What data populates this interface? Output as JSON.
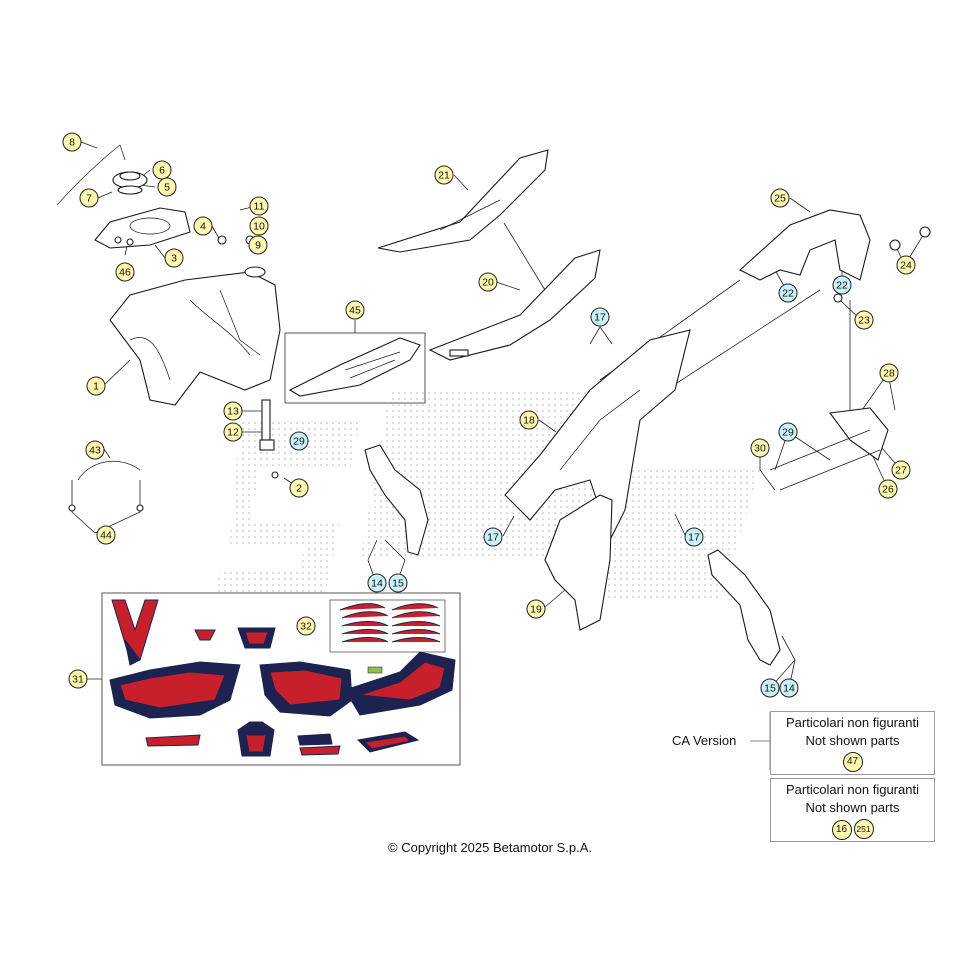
{
  "copyright": "© Copyright 2025 Betamotor S.p.A.",
  "colors": {
    "callout_yellow": "#fff9b0",
    "callout_cyan": "#c9f1f7",
    "decal_red": "#c8202a",
    "decal_navy": "#1d2350"
  },
  "callouts": [
    {
      "id": "c8",
      "label": "8",
      "style": "yellow"
    },
    {
      "id": "c6",
      "label": "6",
      "style": "yellow"
    },
    {
      "id": "c5",
      "label": "5",
      "style": "yellow"
    },
    {
      "id": "c7",
      "label": "7",
      "style": "yellow"
    },
    {
      "id": "c4",
      "label": "4",
      "style": "yellow"
    },
    {
      "id": "c11",
      "label": "11",
      "style": "yellow"
    },
    {
      "id": "c10",
      "label": "10",
      "style": "yellow"
    },
    {
      "id": "c9",
      "label": "9",
      "style": "yellow"
    },
    {
      "id": "c3",
      "label": "3",
      "style": "yellow"
    },
    {
      "id": "c46",
      "label": "46",
      "style": "yellow"
    },
    {
      "id": "c1",
      "label": "1",
      "style": "yellow"
    },
    {
      "id": "c13",
      "label": "13",
      "style": "yellow"
    },
    {
      "id": "c12",
      "label": "12",
      "style": "yellow"
    },
    {
      "id": "c29a",
      "label": "29",
      "style": "cyan"
    },
    {
      "id": "c2",
      "label": "2",
      "style": "yellow"
    },
    {
      "id": "c43",
      "label": "43",
      "style": "yellow"
    },
    {
      "id": "c44",
      "label": "44",
      "style": "yellow"
    },
    {
      "id": "c21",
      "label": "21",
      "style": "yellow"
    },
    {
      "id": "c20",
      "label": "20",
      "style": "yellow"
    },
    {
      "id": "c45",
      "label": "45",
      "style": "yellow"
    },
    {
      "id": "c14a",
      "label": "14",
      "style": "cyan"
    },
    {
      "id": "c15a",
      "label": "15",
      "style": "cyan"
    },
    {
      "id": "c17a",
      "label": "17",
      "style": "cyan"
    },
    {
      "id": "c18",
      "label": "18",
      "style": "yellow"
    },
    {
      "id": "c17b",
      "label": "17",
      "style": "cyan"
    },
    {
      "id": "c19",
      "label": "19",
      "style": "yellow"
    },
    {
      "id": "c17c",
      "label": "17",
      "style": "cyan"
    },
    {
      "id": "c25",
      "label": "25",
      "style": "yellow"
    },
    {
      "id": "c24",
      "label": "24",
      "style": "yellow"
    },
    {
      "id": "c22a",
      "label": "22",
      "style": "cyan"
    },
    {
      "id": "c22b",
      "label": "22",
      "style": "cyan"
    },
    {
      "id": "c23",
      "label": "23",
      "style": "yellow"
    },
    {
      "id": "c28",
      "label": "28",
      "style": "yellow"
    },
    {
      "id": "c29b",
      "label": "29",
      "style": "cyan"
    },
    {
      "id": "c30",
      "label": "30",
      "style": "yellow"
    },
    {
      "id": "c27",
      "label": "27",
      "style": "yellow"
    },
    {
      "id": "c26",
      "label": "26",
      "style": "yellow"
    },
    {
      "id": "c15b",
      "label": "15",
      "style": "cyan"
    },
    {
      "id": "c14b",
      "label": "14",
      "style": "cyan"
    },
    {
      "id": "c32",
      "label": "32",
      "style": "yellow"
    },
    {
      "id": "c31",
      "label": "31",
      "style": "yellow"
    }
  ],
  "ca_version_label": "CA Version",
  "notes": [
    {
      "line1": "Particolari non figuranti",
      "line2": "Not shown parts",
      "parts": [
        "47"
      ]
    },
    {
      "line1": "Particolari non figuranti",
      "line2": "Not shown parts",
      "parts": [
        "16",
        "251"
      ]
    }
  ]
}
